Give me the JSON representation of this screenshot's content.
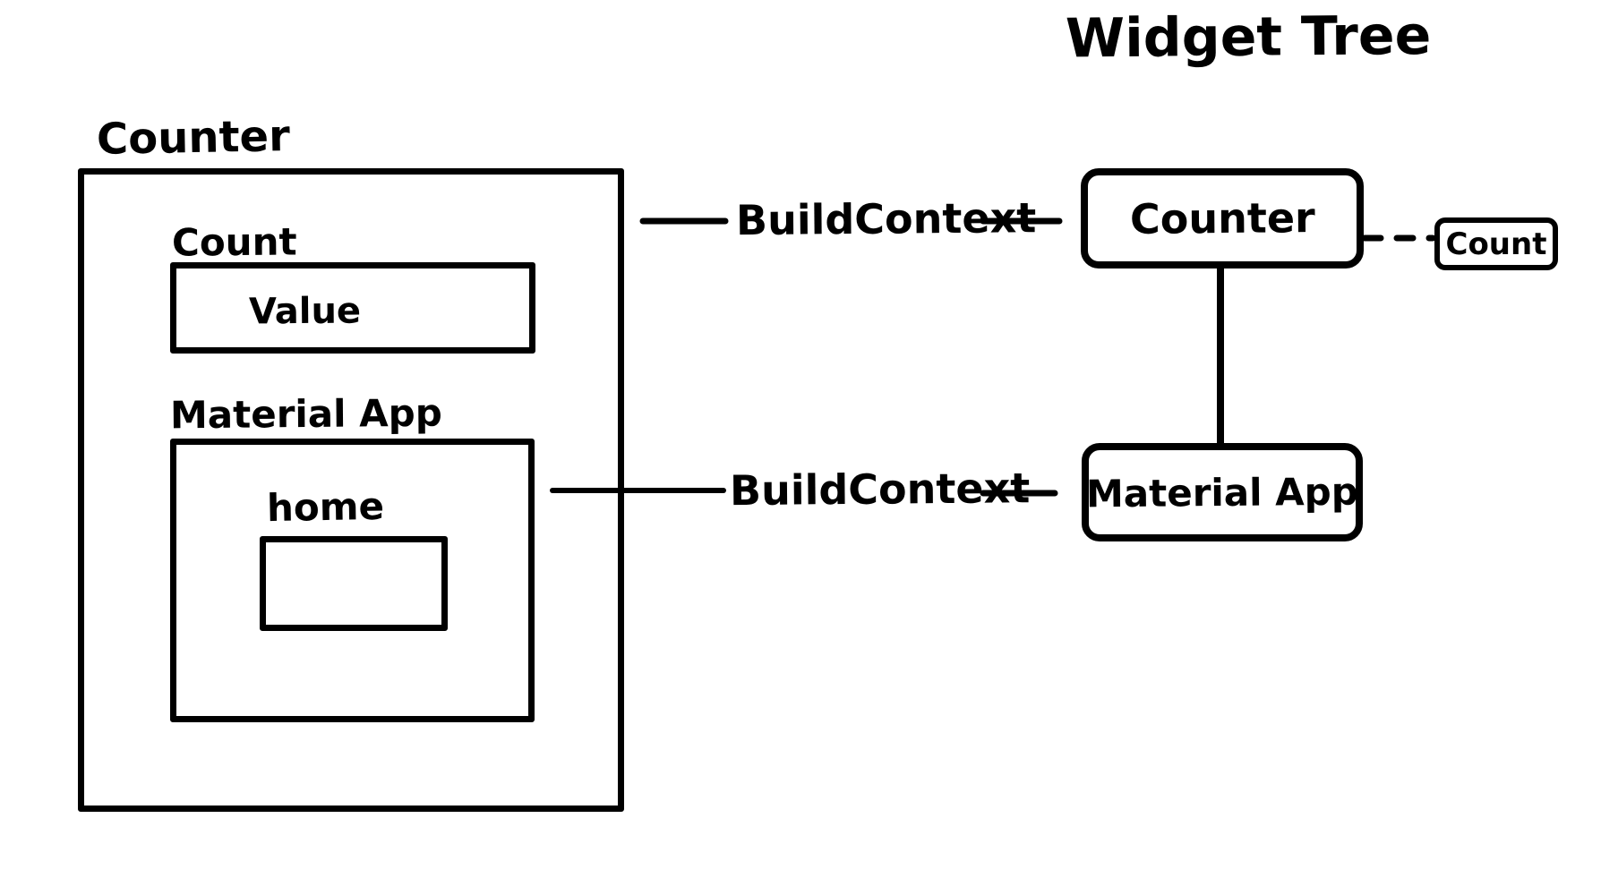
{
  "title": "Widget Tree",
  "app_mockup": {
    "counter_label": "Counter",
    "count_label": "Count",
    "value_label": "Value",
    "material_app_label": "Material App",
    "home_label": "home"
  },
  "connectors": {
    "counter_context_label": "BuildContext",
    "material_context_label": "BuildContext"
  },
  "widget_tree": {
    "counter_node_label": "Counter",
    "count_node_label": "Count",
    "material_app_node_label": "Material App"
  },
  "colors": {
    "ink": "#000000",
    "background": "#ffffff"
  }
}
